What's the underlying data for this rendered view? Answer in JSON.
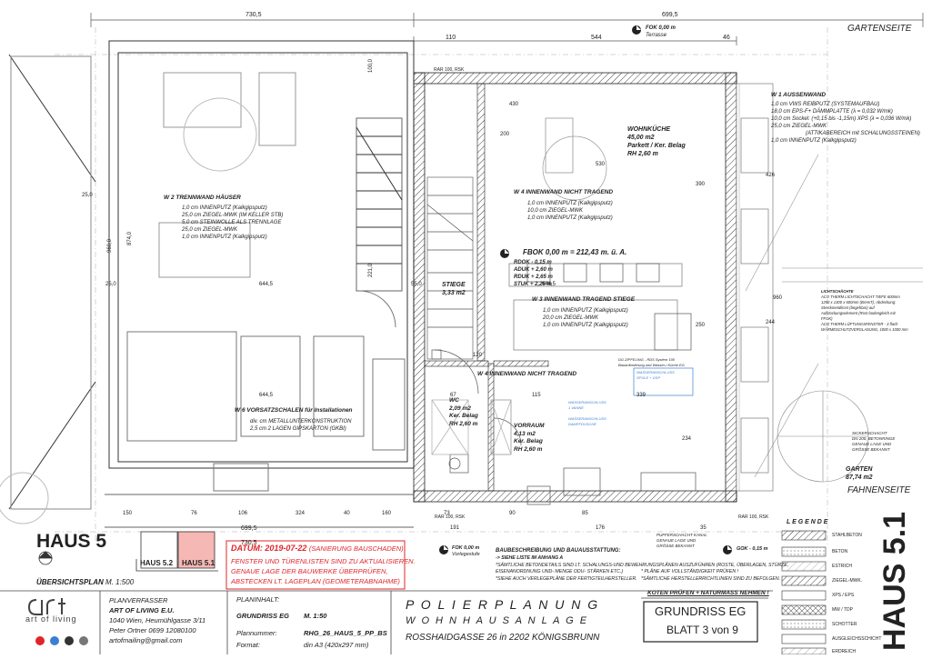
{
  "header": {
    "side_top": "GARTENSEITE",
    "side_bottom": "FAHNENSEITE",
    "dim_top_left": "730,5",
    "dim_top_right": "699,5",
    "dim_top_110": "110",
    "dim_top_544": "544",
    "dim_top_46": "46",
    "fok_top": "FOK 0,00 m",
    "fok_top_sub": "Terrasse",
    "rar_top": "RAR 100, RSK"
  },
  "rooms": {
    "wohnkueche": {
      "name": "WOHNKÜCHE",
      "area": "45,00 m2",
      "floor": "Parkett / Ker. Belag",
      "height": "RH 2,60 m"
    },
    "stiege": {
      "name": "STIEGE",
      "area": "3,33 m2"
    },
    "wc": {
      "name": "WC",
      "area": "2,09 m2",
      "floor": "Ker. Belag",
      "height": "RH 2,60 m"
    },
    "vorraum": {
      "name": "VORRAUM",
      "area": "4,13 m2",
      "floor": "Ker. Belag",
      "height": "RH 2,60 m"
    },
    "garten": {
      "name": "GARTEN",
      "area": "87,74 m2"
    }
  },
  "levels": {
    "fbok": "FBOK   0,00 m = 212,43 m. ü. A.",
    "rdok": "RDOK - 0,15 m",
    "aduk": "ADUK + 2,60 m",
    "rduk": "RDUK + 2,65 m",
    "stuk": "STUK + 2,26 m"
  },
  "walls": {
    "w1_title": "W 1   AUSSENWAND",
    "w1_lines": [
      "1,0   cm   VWS REIBPUTZ (SYSTEMAUFBAU)",
      "18,0  cm   EPS-F+ DÄMMPLATTE  (λ = 0,032 W/mk)",
      "10,0  cm   Sockel: (+0,15 bis -1,15m) XPS (λ = 0,036 W/mk)",
      "25,0  cm   ZIEGEL-MWK",
      "(ATTIKABEREICH mit SCHALUNGSSTEINEN)",
      "1,0   cm   INNENPUTZ (Kalkgipsputz)"
    ],
    "w2_title": "W 2   TRENNWAND HÄUSER",
    "w2_lines": [
      "1,0   cm   INNENPUTZ (Kalkgipsputz)",
      "25,0  cm   ZIEGEL-MWK (IM KELLER STB)",
      "5,0   cm   STEINWOLLE ALS TRENNLAGE",
      "25,0  cm   ZIEGEL-MWK",
      "1,0   cm   INNENPUTZ (Kalkgipsputz)"
    ],
    "w3_title": "W 3   INNENWAND TRAGEND STIEGE",
    "w3_lines": [
      "1,0   cm   INNENPUTZ (Kalkgipsputz)",
      "20,0  cm   ZIEGEL-MWK",
      "1,0   cm   INNENPUTZ (Kalkgipsputz)"
    ],
    "w4_title": "W 4   INNENWAND NICHT TRAGEND",
    "w4_lines": [
      "1,0   cm   INNENPUTZ (Kalkgipsputz)",
      "10,0  cm   ZIEGEL-MWK",
      "1,0   cm   INNENPUTZ (Kalkgipsputz)"
    ],
    "w4b_title": "W 4   INNENWAND NICHT TRAGEND",
    "w6_title": "W 6   VORSATZSCHALEN für Installationen",
    "w6_lines": [
      "div.  cm   METALLUNTERKONSTRUKTION",
      "2,5   cm   2 LAGEN GIPSKARTON (GKBI)"
    ]
  },
  "notes": {
    "lichtschacht": [
      "LICHTSCHÄCHTE",
      "ACO THERM LICHTSCHACHT TIEFE 600mm",
      "1250 x 1300 x 600mm (BxHxT), Abdeckung:",
      "Streckmetallrost (begehbar) auf",
      "Aufstockungselement (Rost bodengleich mit",
      "FFOK)",
      "ACO THERM LÜFTUNGSFENSTER - 3 flach",
      "WÄRMESCHUTZVERGLASUNG, 1000 x 1000 mm"
    ],
    "sickerschacht": [
      "SICKERSCHACHT",
      "DN 200, BETONRINGE",
      "GENAUE LAGE UND",
      "GRÖSSE BEKANNT"
    ],
    "pufferschacht": [
      "PUFFERSCHACHT KANAL",
      "GENAUE LAGE UND",
      "GRÖSSE BEKANNT"
    ],
    "dt_zipfel": [
      "DG ZIPFELING - RDS System 100",
      "Bauanforderung und  Wasser-/ Küche EG"
    ],
    "wasseranschluss": [
      "WASSERANSCHLUSS",
      "SPÜLE + GSP"
    ],
    "wasseranschluss2": [
      "WASSERANSCHLUSS",
      "1 VANNE"
    ],
    "wasseranschluss3": [
      "WASSERANSCHLUSS",
      "DAMPFDUSCHE"
    ]
  },
  "dims": {
    "d254": "25,0",
    "d960": "960,0",
    "d874": "874,0",
    "d6445": "644,5",
    "d6445b": "644,5",
    "d25b": "25,0",
    "d550": "55,0",
    "d5445": "644,5",
    "d1100": "100,0",
    "d6995": "699,5",
    "d7305": "730,5",
    "d150": "150",
    "d76": "76",
    "d106": "106",
    "d324": "324",
    "d40": "40",
    "d160": "160",
    "d73": "73",
    "d90": "90",
    "d85": "85",
    "d191": "191",
    "d176": "176",
    "d35": "35",
    "d120": "120",
    "d67": "67",
    "d115": "115",
    "d339": "339",
    "d244": "244",
    "d234": "234",
    "d250": "250",
    "d960b": "960",
    "d426": "426",
    "d2210": "221,0",
    "d430": "430",
    "d530": "530",
    "d200": "200",
    "d390": "390"
  },
  "levels_marks": {
    "gok": "GOK - 0,15 m",
    "fok_vorlage": "FOK 0,00 m",
    "fok_vorlage_sub": "Vorlegestufe",
    "rar_bottom": "RAR 100, RSK",
    "rar_bottom2": "RAR 100, RSK"
  },
  "overview": {
    "haus5": "HAUS 5",
    "haus52": "HAUS 5.2",
    "haus51": "HAUS 5.1",
    "plan_label": "ÜBERSICHTSPLAN",
    "plan_scale": "M. 1:500"
  },
  "datum": {
    "title": "DATUM: 2019-07-22",
    "title_sub": "(SANIERUNG BAUSCHADEN)",
    "lines": [
      "FENSTER UND TÜRENLISTEN SIND ZU AKTUALISIEREN.",
      "GENAUE LAGE DER BAUWERKE ÜBERPRÜFEN,",
      "ABSTECKEN LT. LAGEPLAN (GEOMETERABNAHME)"
    ]
  },
  "baubeschreibung": {
    "title": "BAUBESCHREIBUNG UND BAUAUSSTATTUNG:",
    "lines": [
      "-> SIEHE LISTE IM ANHANG A",
      "*SÄMTLICHE BETONDETAILS SIND LT. SCHALUNGS-UND BEWEHRUNGSPLÄNEN AUSZUFÜHREN (ROSTE, ÜBERLAGEN, STÜRZE,",
      "EISENANORDNUNG UND- MENGE ODU- STÄRKEN ETC.)",
      "*SIEHE AUCH VERLEGEPLÄNE DER FERTIGTEILHERSTELLER."
    ],
    "lines2": [
      "* PLÄNE AUF VOLLSTÄNDIGKEIT PRÜFEN !",
      "*SÄMTLICHE HERSTELLERRICHTLINIEN SIND ZU BEFOLGEN."
    ],
    "koten": "KOTEN PRÜFEN + NATURMASS NEHMEN !"
  },
  "legend": {
    "title": "L E G E N D E",
    "items": [
      "STAHLBETON",
      "BETON",
      "ESTRICH",
      "ZIEGEL-MWK.",
      "XPS / EPS",
      "MW / TDP",
      "SCHOTTER",
      "AUSGLEICHSSCHICHT",
      "ERDREICH"
    ]
  },
  "title_block": {
    "planverfasser_label": "PLANVERFASSER",
    "company": "ART OF LIVING E.U.",
    "address": "1040 Wien, Heumühlgasse 3/11",
    "person": "Peter Ortner    0699 12080100",
    "email": "artofmailing@gmail.com",
    "planinhalt_label": "PLANINHALT:",
    "planinhalt": "GRUNDRISS EG",
    "massstab": "M. 1:50",
    "plannummer_label": "Plannummer:",
    "plannummer": "RHG_26_HAUS_5_PP_BS",
    "format_label": "Format:",
    "format": "din A3 (420x297 mm)",
    "project_line1": "P O L I E R P L A N U N G",
    "project_line2": "W O H N H A U S A N L A G E",
    "project_line3": "ROSSHAIDGASSE 26  in 2202 KÖNIGSBRUNN",
    "grundriss": "GRUNDRISS EG",
    "blatt": "BLATT 3 von 9",
    "haus_big": "HAUS 5.1",
    "logo_word1": "art",
    "logo_word2": "of living"
  },
  "colors": {
    "red": "#e0242a",
    "overview_fill": "#f5b8b4",
    "blue": "#3c7fd0"
  }
}
